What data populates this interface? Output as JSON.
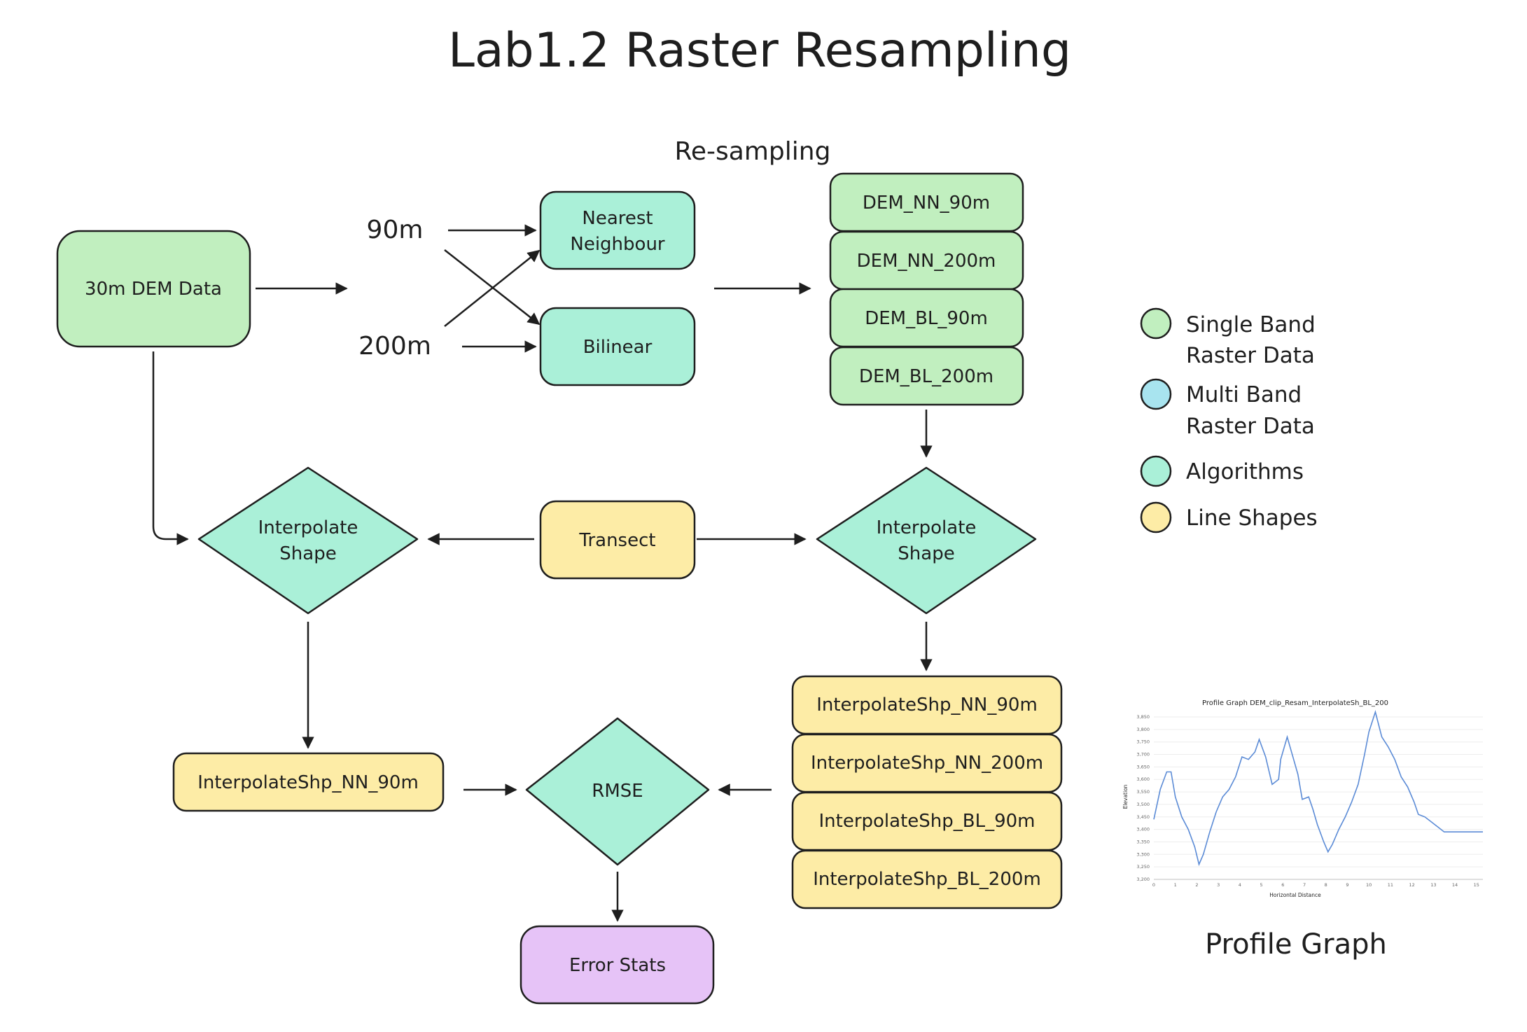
{
  "title": "Lab1.2 Raster Resampling",
  "section_label": "Re-sampling",
  "inputs": {
    "res_90": "90m",
    "res_200": "200m"
  },
  "nodes": {
    "dem30": "30m DEM Data",
    "nn_line1": "Nearest",
    "nn_line2": "Neighbour",
    "bilinear": "Bilinear",
    "out1": "DEM_NN_90m",
    "out2": "DEM_NN_200m",
    "out3": "DEM_BL_90m",
    "out4": "DEM_BL_200m",
    "transect": "Transect",
    "interp_left_1": "Interpolate",
    "interp_left_2": "Shape",
    "interp_right_1": "Interpolate",
    "interp_right_2": "Shape",
    "shp_left": "InterpolateShp_NN_90m",
    "shp1": "InterpolateShp_NN_90m",
    "shp2": "InterpolateShp_NN_200m",
    "shp3": "InterpolateShp_BL_90m",
    "shp4": "InterpolateShp_BL_200m",
    "rmse": "RMSE",
    "error_stats": "Error Stats"
  },
  "legend": [
    {
      "line1": "Single Band",
      "line2": "Raster Data",
      "color": "#c1efbf"
    },
    {
      "line1": "Multi Band",
      "line2": "Raster Data",
      "color": "#a8e4ef"
    },
    {
      "line1": "Algorithms",
      "line2": "",
      "color": "#aaf0d8"
    },
    {
      "line1": "Line Shapes",
      "line2": "",
      "color": "#fdeca6"
    }
  ],
  "colors": {
    "green": "#c1efbf",
    "teal": "#aaf0d8",
    "yellow": "#fdeca6",
    "purple": "#e6c3f7",
    "stroke": "#1e1e1e",
    "line": "#5b8bd6"
  },
  "profile": {
    "caption": "Profile Graph",
    "chart_data": {
      "type": "line",
      "title": "Profile Graph DEM_clip_Resam_InterpolateSh_BL_200",
      "xlabel": "Horizontal Distance",
      "ylabel": "Elevation",
      "xlim": [
        0,
        15.3
      ],
      "ylim": [
        3200,
        3850
      ],
      "x_ticks": [
        "0",
        "1",
        "2",
        "3",
        "4",
        "5",
        "6",
        "7",
        "8",
        "9",
        "10",
        "11",
        "12",
        "13",
        "14",
        "15"
      ],
      "y_ticks": [
        "3,200",
        "3,250",
        "3,300",
        "3,350",
        "3,400",
        "3,450",
        "3,500",
        "3,550",
        "3,600",
        "3,650",
        "3,700",
        "3,750",
        "3,800",
        "3,850"
      ],
      "series": [
        {
          "x": [
            0,
            0.3,
            0.6,
            0.8,
            1.0,
            1.3,
            1.6,
            1.9,
            2.1,
            2.3,
            2.6,
            2.9,
            3.2,
            3.5,
            3.8,
            4.1,
            4.4,
            4.7,
            4.9,
            5.2,
            5.5,
            5.8,
            5.9,
            6.2,
            6.5,
            6.7,
            6.9,
            7.2,
            7.4,
            7.6,
            7.9,
            8.1,
            8.3,
            8.6,
            8.9,
            9.2,
            9.5,
            9.8,
            10.0,
            10.3,
            10.6,
            10.9,
            11.2,
            11.5,
            11.8,
            12.0,
            12.1,
            12.3,
            12.6,
            12.9,
            13.2,
            13.5,
            13.8,
            14.1,
            14.4,
            14.7,
            15.0,
            15.3
          ],
          "y": [
            3440,
            3560,
            3630,
            3630,
            3530,
            3450,
            3400,
            3330,
            3260,
            3300,
            3390,
            3470,
            3530,
            3560,
            3610,
            3690,
            3680,
            3710,
            3760,
            3690,
            3580,
            3600,
            3680,
            3770,
            3680,
            3620,
            3520,
            3530,
            3480,
            3420,
            3350,
            3310,
            3340,
            3400,
            3450,
            3510,
            3580,
            3700,
            3790,
            3870,
            3770,
            3730,
            3680,
            3610,
            3570,
            3530,
            3510,
            3460,
            3450,
            3430,
            3410,
            3390,
            3390,
            3390,
            3390,
            3390,
            3390,
            3390
          ]
        }
      ]
    }
  }
}
